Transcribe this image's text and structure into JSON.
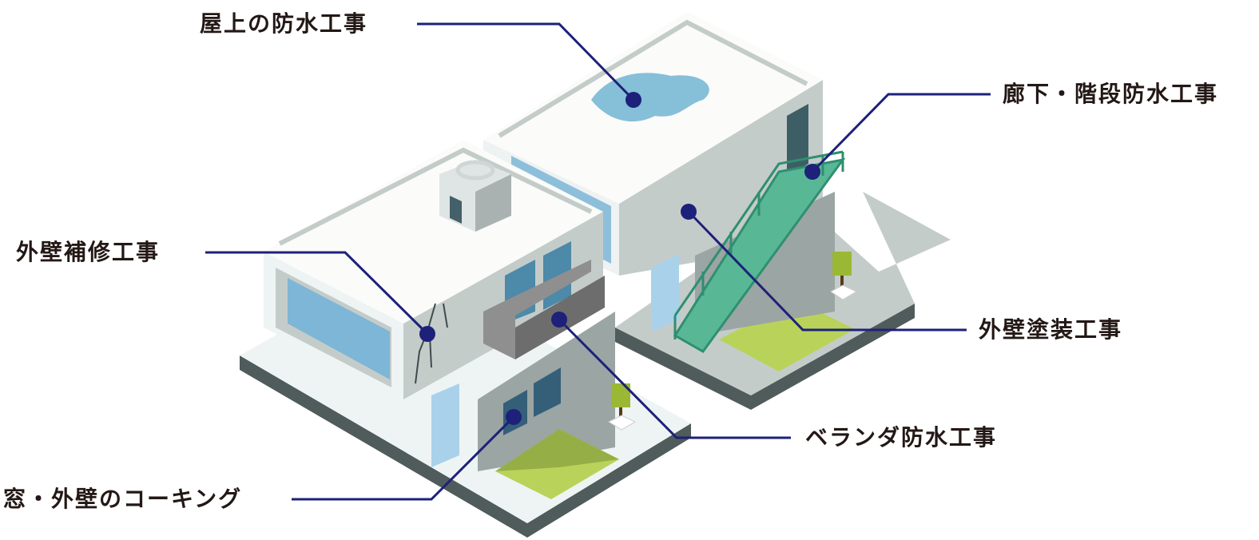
{
  "labels": {
    "roof_waterproofing": "屋上の防水工事",
    "corridor_stairs_waterproofing": "廊下・階段防水工事",
    "exterior_wall_repair": "外壁補修工事",
    "exterior_wall_painting": "外壁塗装工事",
    "veranda_waterproofing": "ベランダ防水工事",
    "window_wall_caulking": "窓・外壁のコーキング"
  },
  "colors": {
    "leader": "#1d2179",
    "wall_light": "#f4f6f6",
    "wall_shade": "#c4ccca",
    "base_dark": "#505b5b",
    "glass": "#7fb8d6",
    "stairs": "#3aa684",
    "lawn": "#b9d35a"
  }
}
